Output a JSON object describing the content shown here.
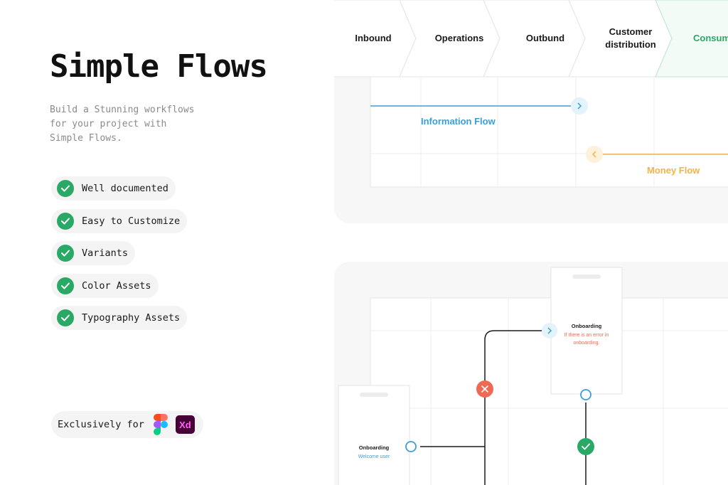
{
  "hero": {
    "title": "Simple Flows",
    "subtitle_lines": [
      "Build a Stunning workflows",
      "for your project with",
      "Simple Flows."
    ]
  },
  "features": [
    {
      "label": "Well documented",
      "icon": "check-icon"
    },
    {
      "label": "Easy to Customize",
      "icon": "check-icon"
    },
    {
      "label": "Variants",
      "icon": "check-icon"
    },
    {
      "label": "Color Assets",
      "icon": "check-icon"
    },
    {
      "label": "Typography Assets",
      "icon": "check-icon"
    }
  ],
  "exclusive": {
    "label": "Exclusively for",
    "tools": [
      {
        "name": "figma-logo-icon"
      },
      {
        "name": "adobe-xd-logo-icon",
        "text": "Xd"
      }
    ]
  },
  "flow_panel": {
    "stages": [
      "Inbound",
      "Operations",
      "Outbund",
      "Customer distribution",
      "Consum"
    ],
    "stage_lines": [
      [
        "Inbound"
      ],
      [
        "Operations"
      ],
      [
        "Outbund"
      ],
      [
        "Customer",
        "distribution"
      ],
      [
        "Consum"
      ]
    ],
    "information_flow": "Information Flow",
    "money_flow": "Money Flow"
  },
  "onboarding_panel": {
    "card_top": {
      "title": "Onboarding",
      "message_lines": [
        "If there is an error in",
        "onboarding."
      ]
    },
    "card_bottom": {
      "title": "Onboarding",
      "message": "Welcome user"
    }
  },
  "colors": {
    "accent_green": "#2aa866",
    "info_blue": "#3a9fd6",
    "money_orange": "#f2b347",
    "error_red": "#ee6a55",
    "consumer_green": "#2aa866",
    "xd_bg": "#470137",
    "xd_text": "#ff61f6"
  }
}
